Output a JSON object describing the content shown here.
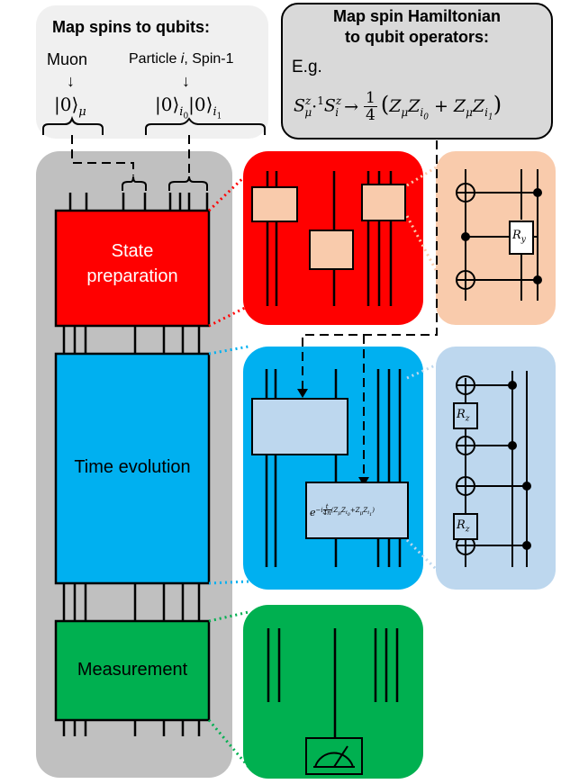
{
  "header_left": {
    "title": "Map spins to qubits:",
    "muon_label": "Muon",
    "particle_label": "Particle ",
    "particle_index": "i",
    "spin_label": ", Spin-1",
    "arrow": "↓",
    "muon_ket": "|0⟩",
    "muon_sub": "μ",
    "particle_ket1": "|0⟩",
    "particle_ket2": "|0⟩",
    "ket_sub_i": "i",
    "sub0": "0",
    "sub1": "1"
  },
  "header_right": {
    "title_line1": "Map spin Hamiltonian",
    "title_line2": "to qubit operators:",
    "eg": "E.g.",
    "formula_lhs": "S",
    "sup_z": "z",
    "sub_mu": "μ",
    "dot": " · ",
    "sup_1": "1",
    "sub_i": "i",
    "arrow": "→",
    "frac_num": "1",
    "frac_den": "4",
    "rhs": "(Z",
    "rhs_z": "Z",
    "plus": "+",
    "close": ")"
  },
  "blocks": {
    "state_prep_line1": "State",
    "state_prep_line2": "preparation",
    "time_evolution": "Time evolution",
    "measurement": "Measurement"
  },
  "gates": {
    "ry": "R",
    "ry_sub": "y",
    "rz": "R",
    "rz_sub": "z",
    "exp_base": "e",
    "exp_power": "−i t/4n (Z",
    "exp_text": "e^{-i t/4n (Zμ Zi0 + Zμ Zi1)}"
  },
  "colors": {
    "gray_panel": "#c0c0c0",
    "header_bg": "#f0f0f0",
    "header_right_bg": "#d9d9d9",
    "red": "#ff0000",
    "peach": "#f9cbac",
    "blue": "#00b0f0",
    "light_blue": "#bdd7ee",
    "green": "#00b050"
  }
}
